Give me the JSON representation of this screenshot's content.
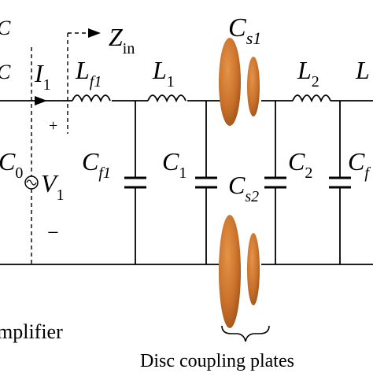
{
  "diagram": {
    "input_port": {
      "label": "Z",
      "subscript": "in"
    },
    "current": {
      "label": "I",
      "subscript": "1"
    },
    "voltage": {
      "label": "V",
      "subscript": "1",
      "plus": "+",
      "minus": "−"
    },
    "source_cap": {
      "label": "C",
      "subscript": "0"
    },
    "filter_inductor": {
      "label": "L",
      "subscript": "f1"
    },
    "filter_cap": {
      "label": "C",
      "subscript": "f1"
    },
    "inductor_1": {
      "label": "L",
      "subscript": "1"
    },
    "cap_1": {
      "label": "C",
      "subscript": "1"
    },
    "coupling_cap_top": {
      "label": "C",
      "subscript": "s1"
    },
    "coupling_cap_bottom": {
      "label": "C",
      "subscript": "s2"
    },
    "inductor_2": {
      "label": "L",
      "subscript": "2"
    },
    "cap_2": {
      "label": "C",
      "subscript": "2"
    },
    "inductor_cut": {
      "label": "L"
    },
    "cap_cut": {
      "label": "C",
      "subscript": "f"
    },
    "left_cut_labels": [
      "C",
      "C"
    ],
    "amplifier_label": "mplifier",
    "plates_label": "Disc coupling plates",
    "plate_color": "#c8702a"
  }
}
